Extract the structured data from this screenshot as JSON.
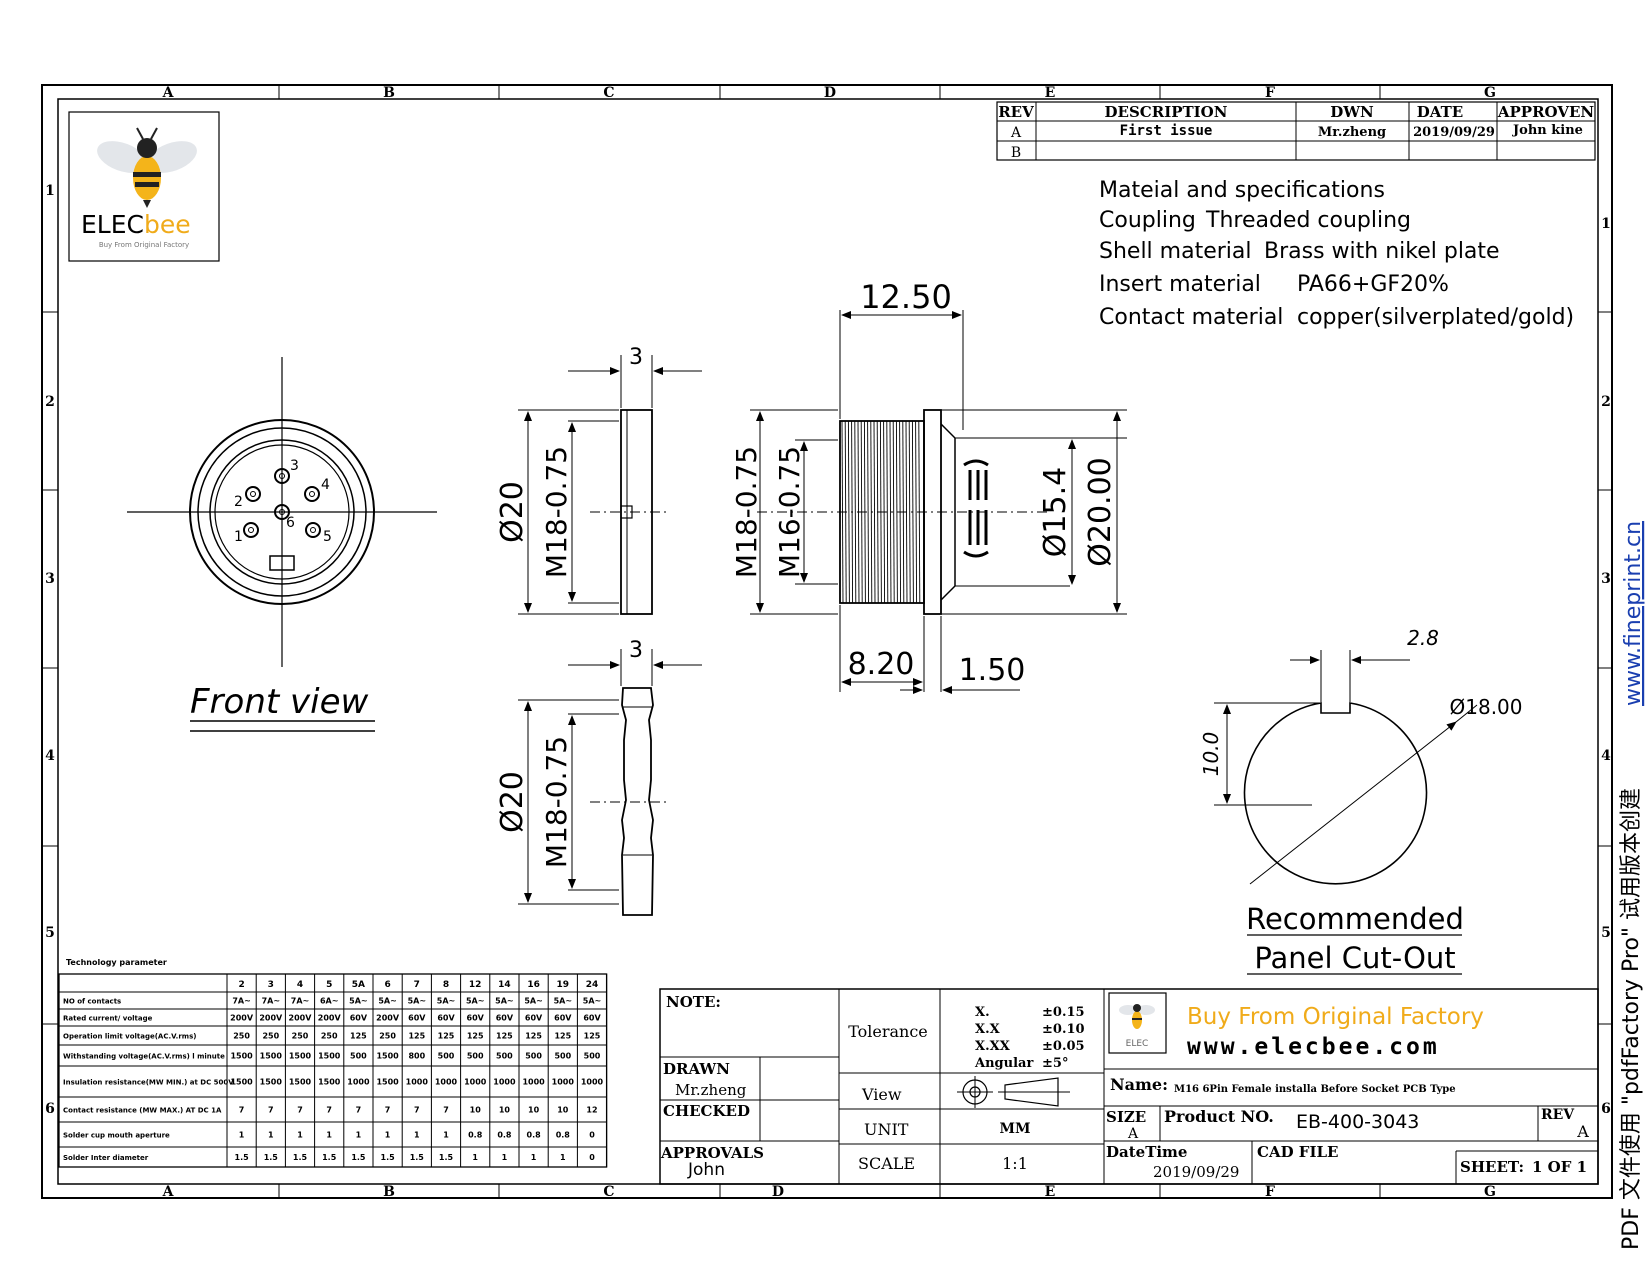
{
  "zone_letters": [
    "A",
    "B",
    "C",
    "D",
    "E",
    "F",
    "G"
  ],
  "zone_numbers": [
    "1",
    "2",
    "3",
    "4",
    "5",
    "6"
  ],
  "logo": {
    "brand_prefix": "ELEC",
    "brand_suffix": "bee",
    "tagline": "Buy From Original Factory"
  },
  "revision_table": {
    "headers": [
      "REV",
      "DESCRIPTION",
      "DWN",
      "DATE",
      "APPROVEN"
    ],
    "rows": [
      [
        "A",
        "First issue",
        "Mr.zheng",
        "2019/09/29",
        "John kine"
      ],
      [
        "B",
        "",
        "",
        "",
        ""
      ]
    ]
  },
  "specs": {
    "title": "Mateial and specifications",
    "rows": [
      {
        "label": "Coupling",
        "value": "Threaded coupling"
      },
      {
        "label": "Shell material",
        "value": "Brass  with nikel plate"
      },
      {
        "label": "Insert material",
        "value": "PA66+GF20%"
      },
      {
        "label": "Contact material",
        "value": "copper(silverplated/gold)"
      }
    ]
  },
  "front_view": {
    "label": "Front view",
    "pins": [
      "1",
      "2",
      "3",
      "4",
      "5",
      "6"
    ]
  },
  "dimensions": {
    "nut_width_top": "3",
    "nut_width_bottom": "3",
    "nut_dia_top": "Ø20",
    "nut_thread_top": "M18-0.75",
    "nut_dia_bottom": "Ø20",
    "nut_thread_bottom": "M18-0.75",
    "body_length": "12.50",
    "body_thread_outer": "M18-0.75",
    "body_thread_inner": "M16-0.75",
    "body_dia_inner": "Ø15.4",
    "body_dia_outer": "Ø20.00",
    "thread_len": "8.20",
    "flange_len": "1.50"
  },
  "cutout": {
    "key_width": "2.8",
    "diameter": "Ø18.00",
    "flat_height": "10.0",
    "label_line1": "Recommended",
    "label_line2": "Panel  Cut-Out"
  },
  "tech_table": {
    "title": "Technology parameter",
    "columns": [
      "2",
      "3",
      "4",
      "5",
      "5A",
      "6",
      "7",
      "8",
      "12",
      "14",
      "16",
      "19",
      "24"
    ],
    "rows": [
      {
        "label": "NO of contacts",
        "cells": [
          "7A~",
          "7A~",
          "7A~",
          "6A~",
          "5A~",
          "5A~",
          "5A~",
          "5A~",
          "5A~",
          "5A~",
          "5A~",
          "5A~",
          "5A~"
        ]
      },
      {
        "label": "Rated current/ voltage",
        "cells": [
          "200V",
          "200V",
          "200V",
          "200V",
          "60V",
          "200V",
          "60V",
          "60V",
          "60V",
          "60V",
          "60V",
          "60V",
          "60V"
        ]
      },
      {
        "label": "Operation limit voltage(AC.V.rms)",
        "cells": [
          "250",
          "250",
          "250",
          "250",
          "125",
          "250",
          "125",
          "125",
          "125",
          "125",
          "125",
          "125",
          "125"
        ]
      },
      {
        "label": "Withstanding voltage(AC.V.rms) l minute",
        "cells": [
          "1500",
          "1500",
          "1500",
          "1500",
          "500",
          "1500",
          "800",
          "500",
          "500",
          "500",
          "500",
          "500",
          "500"
        ]
      },
      {
        "label": "Insulation resistance(MW MIN.) at DC 500V",
        "cells": [
          "1500",
          "1500",
          "1500",
          "1500",
          "1000",
          "1500",
          "1000",
          "1000",
          "1000",
          "1000",
          "1000",
          "1000",
          "1000"
        ]
      },
      {
        "label": "Contact resistance (MW MAX.) AT DC 1A",
        "cells": [
          "7",
          "7",
          "7",
          "7",
          "7",
          "7",
          "7",
          "7",
          "10",
          "10",
          "10",
          "10",
          "12"
        ]
      },
      {
        "label": "Solder cup mouth aperture",
        "cells": [
          "1",
          "1",
          "1",
          "1",
          "1",
          "1",
          "1",
          "1",
          "0.8",
          "0.8",
          "0.8",
          "0.8",
          "0"
        ]
      },
      {
        "label": "Solder Inter diameter",
        "cells": [
          "1.5",
          "1.5",
          "1.5",
          "1.5",
          "1.5",
          "1.5",
          "1.5",
          "1.5",
          "1",
          "1",
          "1",
          "1",
          "0"
        ]
      }
    ]
  },
  "title_block": {
    "note_label": "NOTE:",
    "drawn_label": "DRAWN",
    "drawn_by": "Mr.zheng",
    "checked_label": "CHECKED",
    "approvals_label": "APPROVALS",
    "approvals_by": "John",
    "tolerance_label": "Tolerance",
    "tolerances": [
      {
        "key": "X.",
        "value": "±0.15"
      },
      {
        "key": "X.X",
        "value": "±0.10"
      },
      {
        "key": "X.XX",
        "value": "±0.05"
      },
      {
        "key": "Angular",
        "value": "±5°"
      }
    ],
    "view_label": "View",
    "unit_label": "UNIT",
    "unit_value": "MM",
    "scale_label": "SCALE",
    "scale_value": "1:1",
    "slogan": "Buy From Original  Factory",
    "website": "www.elecbee.com",
    "name_label": "Name:",
    "name_value": "M16 6Pin Female installa Before Socket  PCB  Type",
    "size_label": "SIZE",
    "size_value": "A",
    "product_label": "Product NO.",
    "product_value": "EB-400-3043",
    "rev_label": "REV",
    "rev_value": "A",
    "date_label": "DateTime",
    "date_value": "2019/09/29",
    "cad_label": "CAD FILE",
    "sheet_label": "SHEET:",
    "sheet_value": "1 OF 1"
  },
  "watermark": {
    "text": "PDF 文件使用 \"pdfFactory Pro\" 试用版本创建",
    "link": "www.fineprint.cn"
  }
}
